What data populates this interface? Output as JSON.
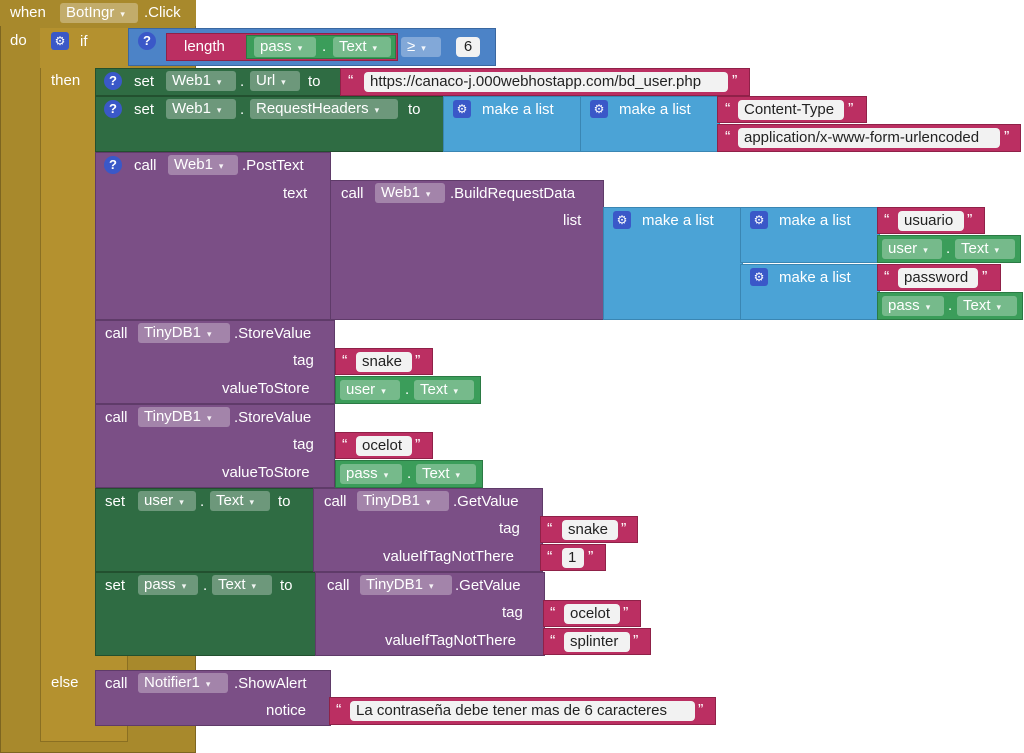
{
  "event": {
    "when": "when",
    "component": "BotIngr",
    "event": ".Click",
    "do": "do"
  },
  "ifblock": {
    "if": "if",
    "then": "then",
    "else": "else"
  },
  "condition": {
    "length": "length",
    "component": "pass",
    "dot": ".",
    "prop": "Text",
    "op": "≥",
    "value": "6"
  },
  "set_url": {
    "set": "set",
    "component": "Web1",
    "dot": ".",
    "prop": "Url",
    "to": "to",
    "value": "https://canaco-j.000webhostapp.com/bd_user.php"
  },
  "set_headers": {
    "set": "set",
    "component": "Web1",
    "dot": ".",
    "prop": "RequestHeaders",
    "to": "to",
    "make_list": "make a list",
    "inner_make_list": "make a list",
    "val1": "Content-Type",
    "val2": "application/x-www-form-urlencoded"
  },
  "posttext": {
    "call": "call",
    "component": "Web1",
    "method": ".PostText",
    "arg": "text"
  },
  "buildreq": {
    "call": "call",
    "component": "Web1",
    "method": ".BuildRequestData",
    "arg": "list",
    "make_list": "make a list",
    "inner1": "make a list",
    "inner2": "make a list",
    "s1": "usuario",
    "c1": "user",
    "p1": "Text",
    "s2": "password",
    "c2": "pass",
    "p2": "Text",
    "dot": "."
  },
  "store1": {
    "call": "call",
    "component": "TinyDB1",
    "method": ".StoreValue",
    "tag_label": "tag",
    "tag": "snake",
    "vts_label": "valueToStore",
    "comp": "user",
    "dot": ".",
    "prop": "Text"
  },
  "store2": {
    "call": "call",
    "component": "TinyDB1",
    "method": ".StoreValue",
    "tag_label": "tag",
    "tag": "ocelot",
    "vts_label": "valueToStore",
    "comp": "pass",
    "dot": ".",
    "prop": "Text"
  },
  "set_user": {
    "set": "set",
    "comp": "user",
    "dot": ".",
    "prop": "Text",
    "to": "to",
    "call": "call",
    "component": "TinyDB1",
    "method": ".GetValue",
    "tag_label": "tag",
    "tag": "snake",
    "def_label": "valueIfTagNotThere",
    "def": "1"
  },
  "set_pass": {
    "set": "set",
    "comp": "pass",
    "dot": ".",
    "prop": "Text",
    "to": "to",
    "call": "call",
    "component": "TinyDB1",
    "method": ".GetValue",
    "tag_label": "tag",
    "tag": "ocelot",
    "def_label": "valueIfTagNotThere",
    "def": "splinter"
  },
  "alert": {
    "call": "call",
    "component": "Notifier1",
    "method": ".ShowAlert",
    "arg": "notice",
    "value": "La contraseña debe tener mas de 6 caracteres"
  },
  "icons": {
    "help": "?",
    "gear": "⚙",
    "dropdown": "▾",
    "open_quote": "“",
    "close_quote": "”"
  },
  "colors": {
    "event": "#a8892c",
    "control": "#b4912f",
    "logic": "#4c83c7",
    "setter": "#2f6c43",
    "method": "#7b4f86",
    "list": "#4ba3d6",
    "text": "#bb2f62",
    "getter": "#3b9d5a"
  }
}
